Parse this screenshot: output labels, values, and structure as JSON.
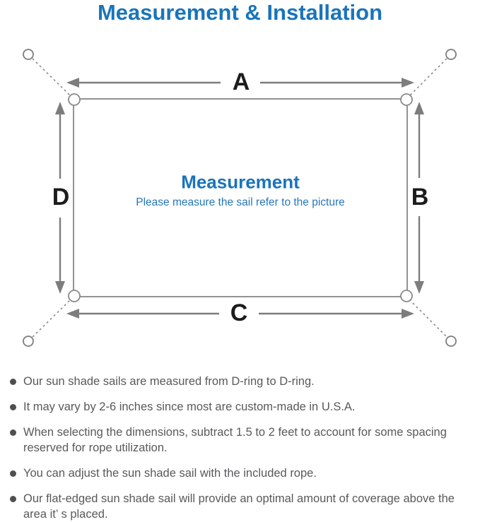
{
  "title": "Measurement & Installation",
  "diagram": {
    "heading": "Measurement",
    "subheading": "Please measure the sail refer to the picture",
    "side_labels": {
      "top": "A",
      "right": "B",
      "bottom": "C",
      "left": "D"
    },
    "elements": {
      "sail_outline": "rounded rectangle shade sail",
      "corner_rings": "d-ring at each corner",
      "anchors": "anchor-point circle at each corner",
      "ropes": "dashed rope from d-ring to anchor"
    },
    "colors": {
      "accent_blue": "#1a74ba",
      "line_gray": "#7d7d7d",
      "outline_gray": "#929292",
      "label_black": "#1c1c1c",
      "note_gray": "#58595b"
    }
  },
  "notes": {
    "items": [
      "Our sun shade sails are measured from D-ring to D-ring.",
      "It may vary by 2-6 inches since most are custom-made in U.S.A.",
      "When selecting the dimensions, subtract 1.5 to 2 feet to account for some spacing reserved for rope utilization.",
      "You can adjust the sun shade sail with the included rope.",
      "Our flat-edged sun shade sail will provide an optimal amount of coverage above the area it’ s placed."
    ]
  }
}
